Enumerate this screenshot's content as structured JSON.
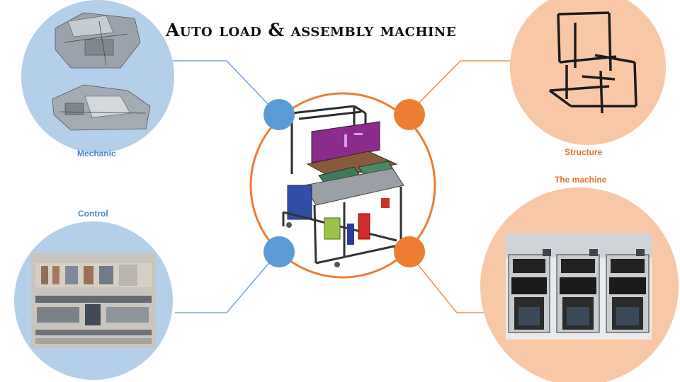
{
  "title": "Auto load & assembly machine",
  "labels": {
    "mechanic": "Mechanic",
    "structure": "Structure",
    "control": "Control",
    "the_machine": "The machine"
  },
  "colors": {
    "blue_circle": "#b4cfe9",
    "blue_node": "#5b9bd5",
    "orange_circle": "#f8c8a6",
    "orange_node": "#ed7d31",
    "blue_label": "#4a88c7",
    "orange_label": "#e0722a"
  }
}
